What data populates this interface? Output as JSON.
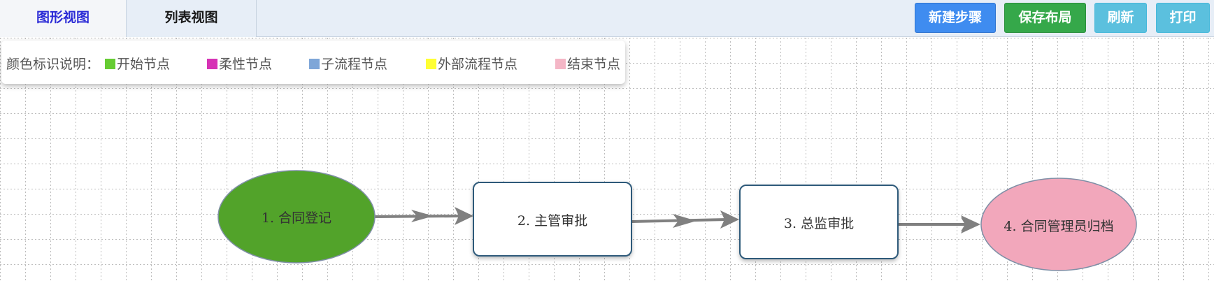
{
  "tabs": {
    "graph_view": "图形视图",
    "list_view": "列表视图"
  },
  "toolbar": {
    "new_step": "新建步骤",
    "save_layout": "保存布局",
    "refresh": "刷新",
    "print": "打印"
  },
  "legend": {
    "title": "颜色标识说明：",
    "items": [
      {
        "label": "开始节点",
        "color": "#66cc33"
      },
      {
        "label": "柔性节点",
        "color": "#d633b5"
      },
      {
        "label": "子流程节点",
        "color": "#7ea6d8"
      },
      {
        "label": "外部流程节点",
        "color": "#ffff33"
      },
      {
        "label": "结束节点",
        "color": "#f4b6c6"
      }
    ]
  },
  "flow": {
    "nodes": [
      {
        "label": "1. 合同登记",
        "shape": "ellipse",
        "fill": "#52a32a"
      },
      {
        "label": "2. 主管审批",
        "shape": "rect",
        "fill": "#ffffff"
      },
      {
        "label": "3. 总监审批",
        "shape": "rect",
        "fill": "#ffffff"
      },
      {
        "label": "4. 合同管理员归档",
        "shape": "ellipse",
        "fill": "#f2a7bb"
      }
    ],
    "edge_color": "#808080",
    "node_stroke": "#2e5a7a"
  }
}
